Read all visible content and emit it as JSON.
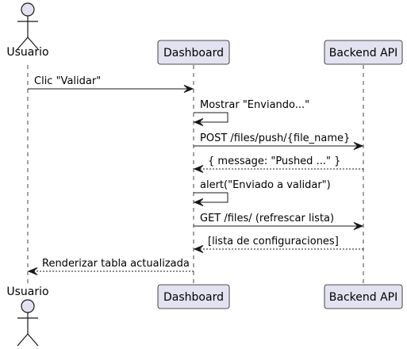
{
  "participants": [
    {
      "id": "usuario",
      "name": "Usuario",
      "kind": "actor"
    },
    {
      "id": "dashboard",
      "name": "Dashboard",
      "kind": "participant"
    },
    {
      "id": "backend",
      "name": "Backend API",
      "kind": "participant"
    }
  ],
  "messages": [
    {
      "from": "usuario",
      "to": "dashboard",
      "label": "Clic \"Validar\"",
      "style": "solid"
    },
    {
      "from": "dashboard",
      "to": "dashboard",
      "label": "Mostrar \"Enviando...\"",
      "style": "solid"
    },
    {
      "from": "dashboard",
      "to": "backend",
      "label": "POST /files/push/{file_name}",
      "style": "solid"
    },
    {
      "from": "backend",
      "to": "dashboard",
      "label": "{ message: \"Pushed ...\" }",
      "style": "dashed"
    },
    {
      "from": "dashboard",
      "to": "dashboard",
      "label": "alert(\"Enviado a validar\")",
      "style": "solid"
    },
    {
      "from": "dashboard",
      "to": "backend",
      "label": "GET /files/ (refrescar lista)",
      "style": "solid"
    },
    {
      "from": "backend",
      "to": "dashboard",
      "label": "[lista de configuraciones]",
      "style": "dashed"
    },
    {
      "from": "dashboard",
      "to": "usuario",
      "label": "Renderizar tabla actualizada",
      "style": "dashed"
    }
  ],
  "colors": {
    "participant_fill": "#e2e2f0",
    "participant_border": "#181818",
    "lifeline": "#181818",
    "arrow": "#181818"
  }
}
